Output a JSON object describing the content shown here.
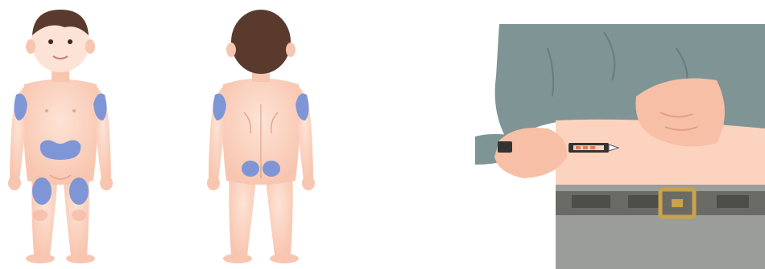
{
  "figures": [
    {
      "id": "front",
      "view": "front",
      "injection_sites": [
        "upper-arm-left",
        "upper-arm-right",
        "abdomen",
        "thigh-left",
        "thigh-right"
      ]
    },
    {
      "id": "back",
      "view": "back",
      "injection_sites": [
        "upper-arm-left",
        "upper-arm-right",
        "buttock-left",
        "buttock-right"
      ]
    }
  ],
  "scene": {
    "subject": "injection-pen-in-abdomen"
  },
  "colors": {
    "skin": "#FBD3BF",
    "skin_shade": "#F2B39C",
    "site": "#7F96D6",
    "hair": "#5B3A2E",
    "shirt": "#7F9494",
    "pants": "#9B9D9A",
    "belt": "#6B6B66",
    "buckle": "#C9A24A"
  }
}
